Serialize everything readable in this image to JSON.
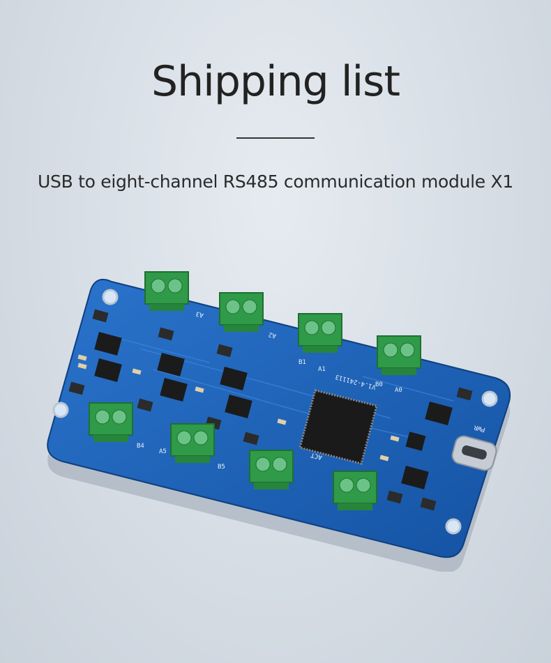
{
  "title": "Shipping list",
  "subtitle": "USB to eight-channel RS485 communication module X1",
  "product_image": {
    "icon": "rs485-board-photo",
    "colors": {
      "pcb": "#1a5fb4",
      "terminal": "#2ea043",
      "chip": "#1a1a1a",
      "background": "#d6dde5"
    },
    "silkscreen_labels": [
      "A3",
      "A2",
      "B1",
      "A1",
      "B0",
      "A0",
      "B4",
      "A5",
      "B5",
      "ACT",
      "PWR",
      "V1.4-241113"
    ]
  }
}
